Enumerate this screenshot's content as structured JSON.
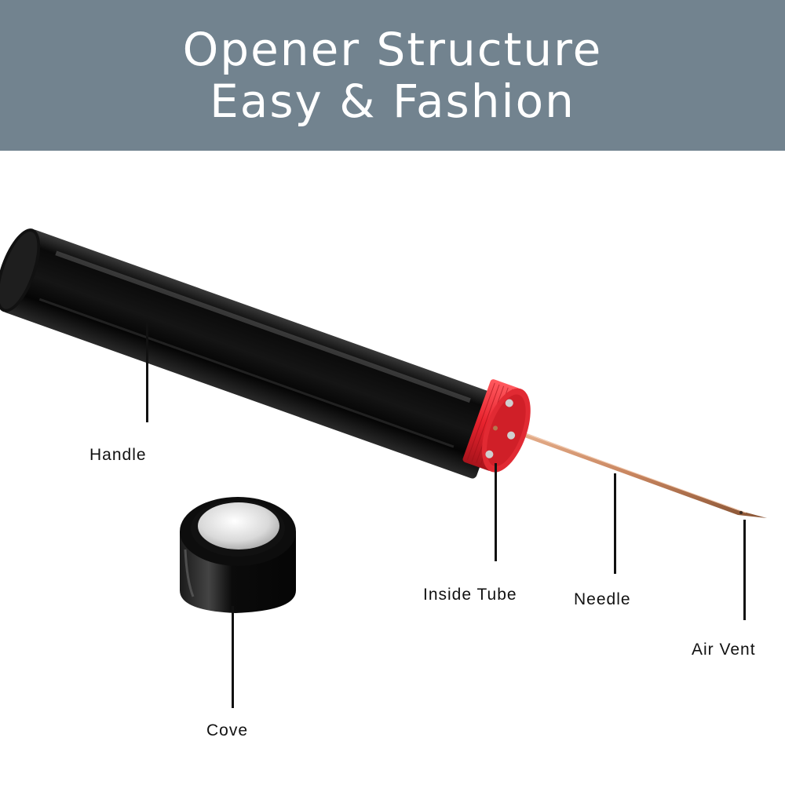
{
  "header": {
    "line1": "Opener Structure",
    "line2": "Easy & Fashion",
    "background": "#72838f"
  },
  "labels": {
    "handle": "Handle",
    "cove": "Cove",
    "inside_tube": "Inside Tube",
    "needle": "Needle",
    "air_vent": "Air Vent"
  },
  "colors": {
    "body": "#0b0b0b",
    "ring": "#e8232e",
    "needle": "#c8855f",
    "lens": "#d9d9d9"
  }
}
